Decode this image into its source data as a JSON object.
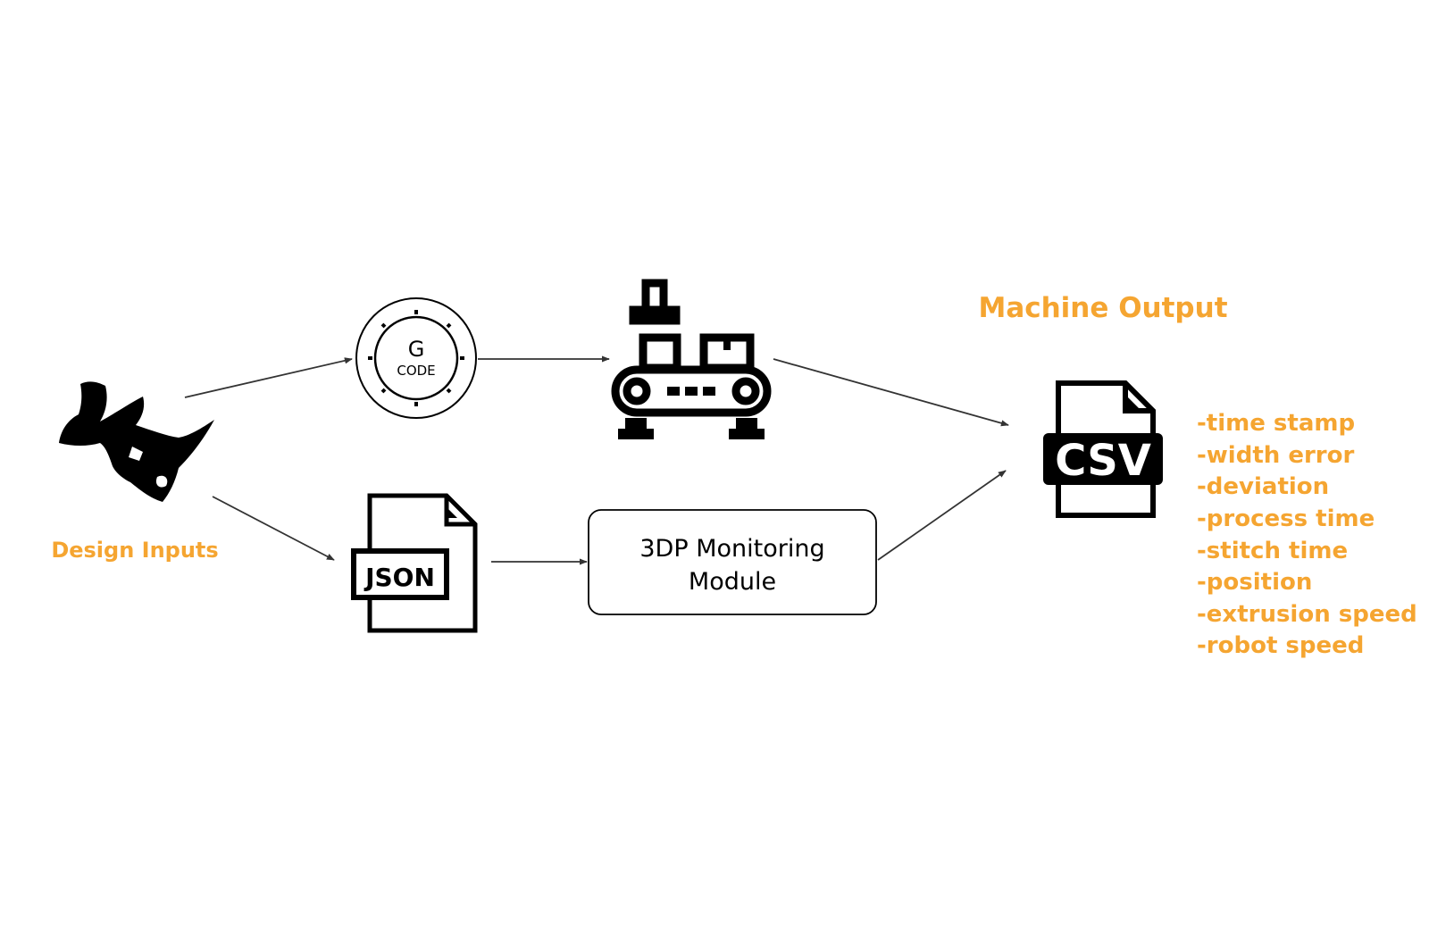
{
  "design": {
    "label": "Design Inputs",
    "icon": "rhino-icon"
  },
  "gcode": {
    "icon": "gcode-icon",
    "letter": "G",
    "word": "CODE"
  },
  "machine": {
    "icon": "conveyor-machine-icon"
  },
  "json_file": {
    "icon": "json-file-icon",
    "label": "JSON"
  },
  "module": {
    "line1": "3DP Monitoring",
    "line2": "Module"
  },
  "output": {
    "title": "Machine Output",
    "csv_icon": "csv-file-icon",
    "csv_label": "CSV",
    "fields": [
      "-time stamp",
      "-width error",
      "-deviation",
      "-process time",
      "-stitch time",
      "-position",
      "-extrusion speed",
      "-robot speed"
    ]
  },
  "colors": {
    "accent": "#f5a531",
    "ink": "#000000",
    "line": "#333333"
  }
}
